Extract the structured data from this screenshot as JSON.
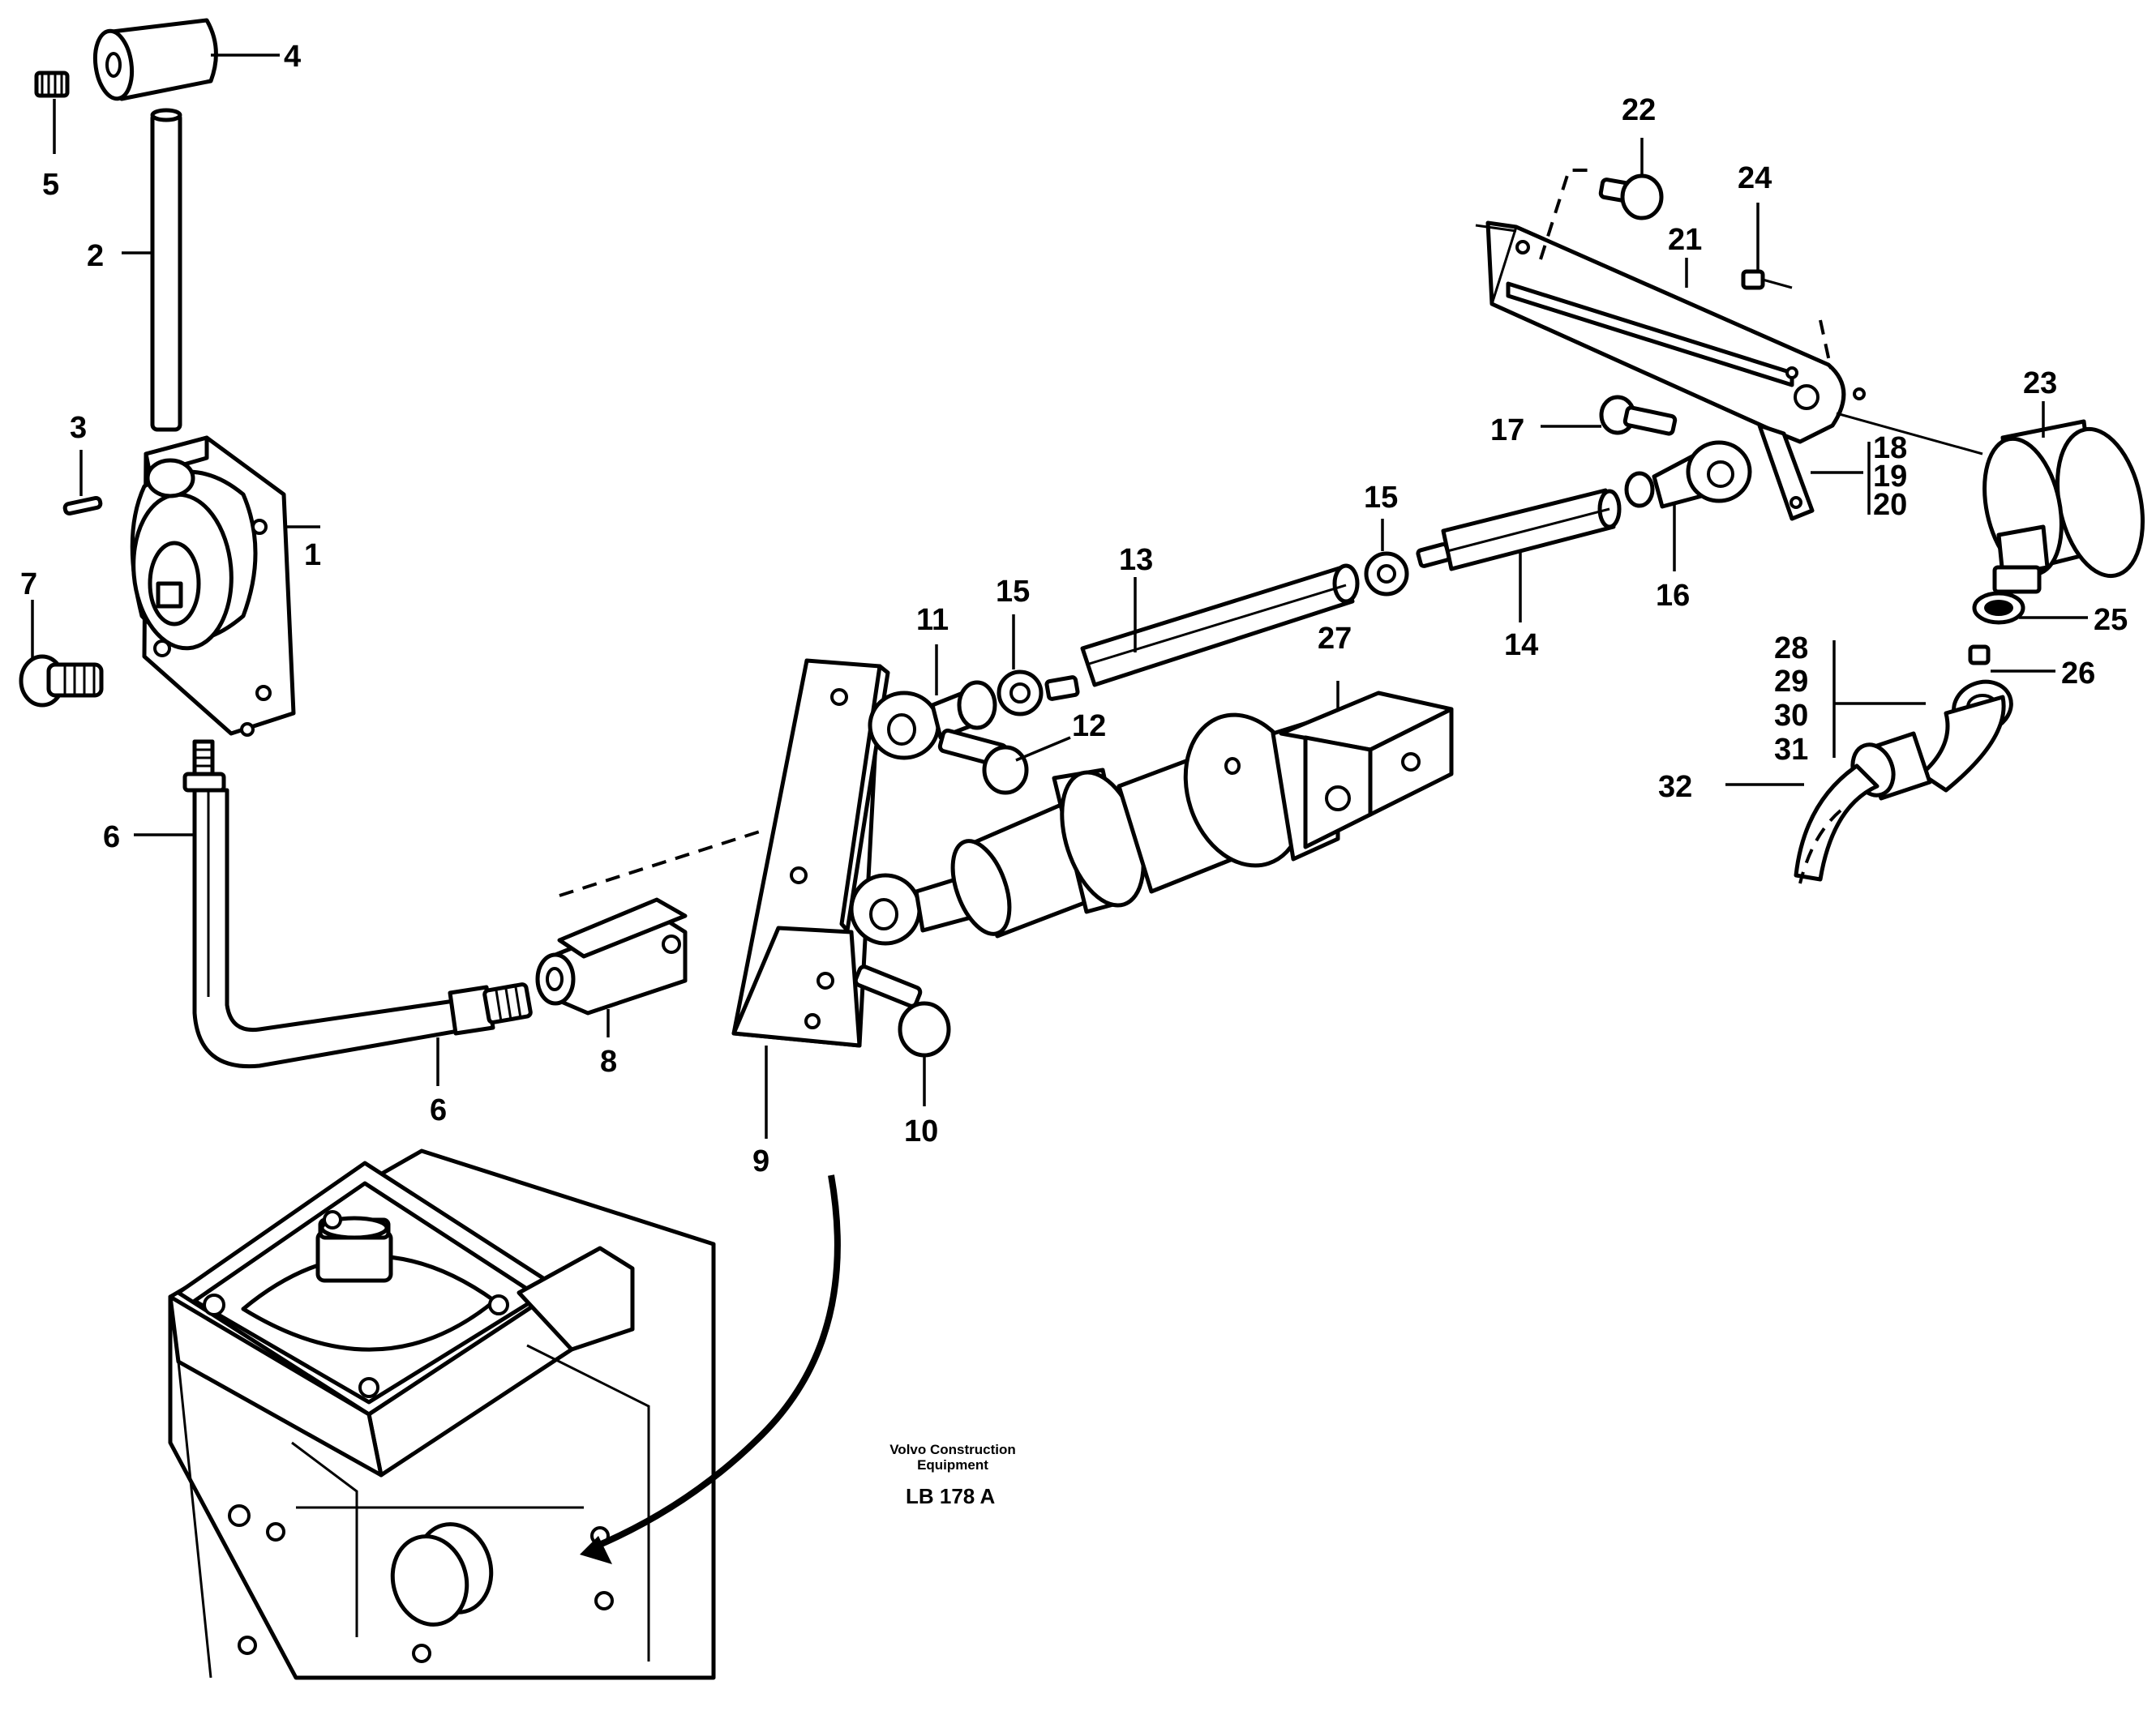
{
  "diagram": {
    "part_numbers": [
      "1",
      "2",
      "3",
      "4",
      "5",
      "6",
      "6",
      "7",
      "8",
      "9",
      "10",
      "11",
      "12",
      "13",
      "14",
      "15",
      "15",
      "16",
      "17",
      "18",
      "19",
      "20",
      "21",
      "22",
      "23",
      "24",
      "25",
      "26",
      "27",
      "28",
      "29",
      "30",
      "31",
      "32"
    ],
    "credit_line1": "Volvo Construction",
    "credit_line2": "Equipment",
    "drawing_code": "LB 178 A"
  }
}
